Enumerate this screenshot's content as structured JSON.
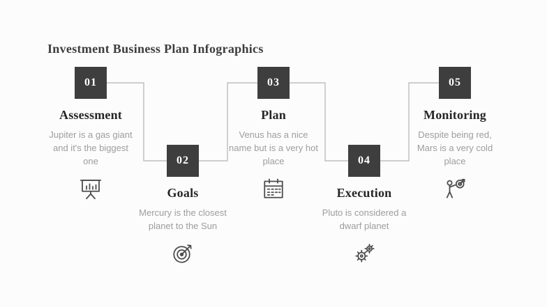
{
  "page": {
    "title": "Investment Business Plan Infographics"
  },
  "steps": [
    {
      "number": "01",
      "title": "Assessment",
      "description": "Jupiter is a gas giant and it's the biggest one",
      "icon": "presentation-chart-icon"
    },
    {
      "number": "02",
      "title": "Goals",
      "description": "Mercury is the closest planet to the Sun",
      "icon": "dartboard-target-icon"
    },
    {
      "number": "03",
      "title": "Plan",
      "description": "Venus has a nice name but is a very hot place",
      "icon": "calendar-icon"
    },
    {
      "number": "04",
      "title": "Execution",
      "description": "Pluto is considered a dwarf planet",
      "icon": "gears-icon"
    },
    {
      "number": "05",
      "title": "Monitoring",
      "description": "Despite being red, Mars is a very cold place",
      "icon": "person-target-icon"
    }
  ],
  "colors": {
    "background": "#fcfcfc",
    "badge_bg": "#3e3e3e",
    "badge_text": "#ffffff",
    "title_text": "#262626",
    "description_text": "#9d9d9d",
    "connector": "#b3b3b3"
  }
}
